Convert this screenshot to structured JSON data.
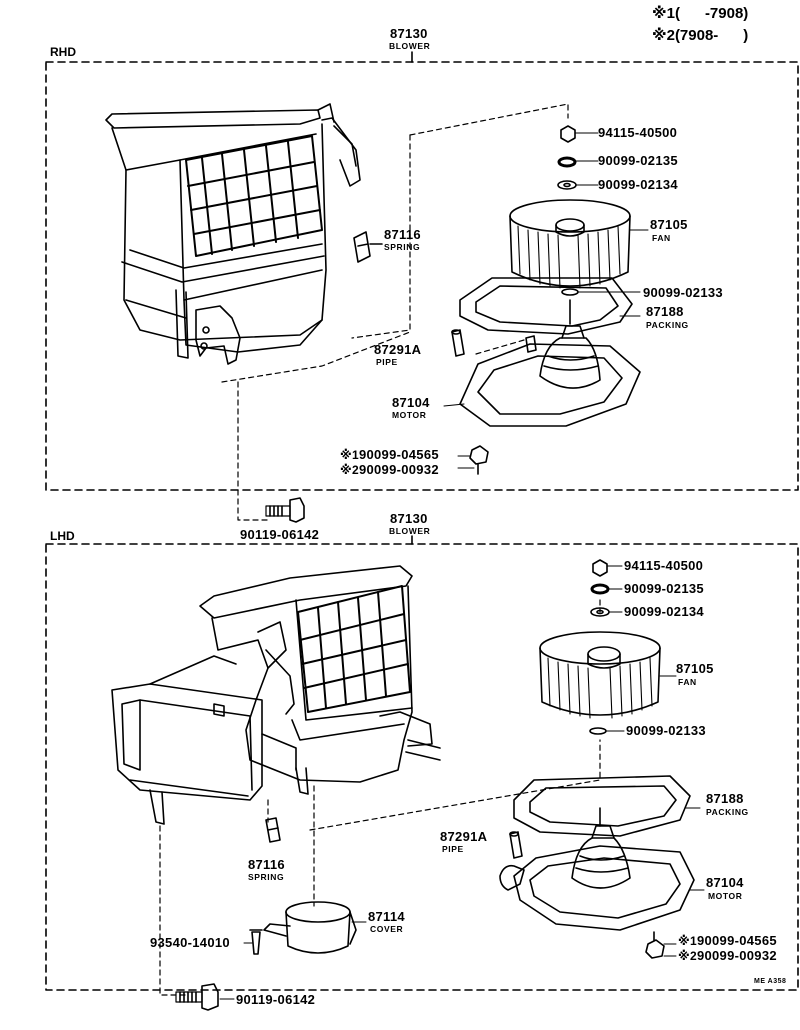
{
  "legend": [
    {
      "mark": "※1",
      "text": "(      -7908)"
    },
    {
      "mark": "※2",
      "text": "(7908-      )"
    }
  ],
  "sections": {
    "rhd": {
      "title": "RHD",
      "blower": {
        "number": "87130",
        "name": "BLOWER"
      },
      "parts": {
        "nut": "94115-40500",
        "washer_a": "90099-02135",
        "washer_b": "90099-02134",
        "fan": {
          "number": "87105",
          "name": "FAN"
        },
        "spring": {
          "number": "87116",
          "name": "SPRING"
        },
        "fan_washer": "90099-02133",
        "packing": {
          "number": "87188",
          "name": "PACKING"
        },
        "pipe": {
          "number": "87291A",
          "name": "PIPE"
        },
        "motor": {
          "number": "87104",
          "name": "MOTOR"
        },
        "screw1": {
          "mark": "※1",
          "number": "90099-04565"
        },
        "screw2": {
          "mark": "※2",
          "number": "90099-00932"
        },
        "bolt": "90119-06142"
      }
    },
    "lhd": {
      "title": "LHD",
      "blower": {
        "number": "87130",
        "name": "BLOWER"
      },
      "parts": {
        "nut": "94115-40500",
        "washer_a": "90099-02135",
        "washer_b": "90099-02134",
        "fan": {
          "number": "87105",
          "name": "FAN"
        },
        "fan_washer": "90099-02133",
        "packing": {
          "number": "87188",
          "name": "PACKING"
        },
        "pipe": {
          "number": "87291A",
          "name": "PIPE"
        },
        "motor": {
          "number": "87104",
          "name": "MOTOR"
        },
        "spring": {
          "number": "87116",
          "name": "SPRING"
        },
        "cover": {
          "number": "87114",
          "name": "COVER"
        },
        "screw_cover": "93540-14010",
        "screw1": {
          "mark": "※1",
          "number": "90099-04565"
        },
        "screw2": {
          "mark": "※2",
          "number": "90099-00932"
        },
        "bolt": "90119-06142"
      }
    }
  },
  "footer_code": "ME A358"
}
